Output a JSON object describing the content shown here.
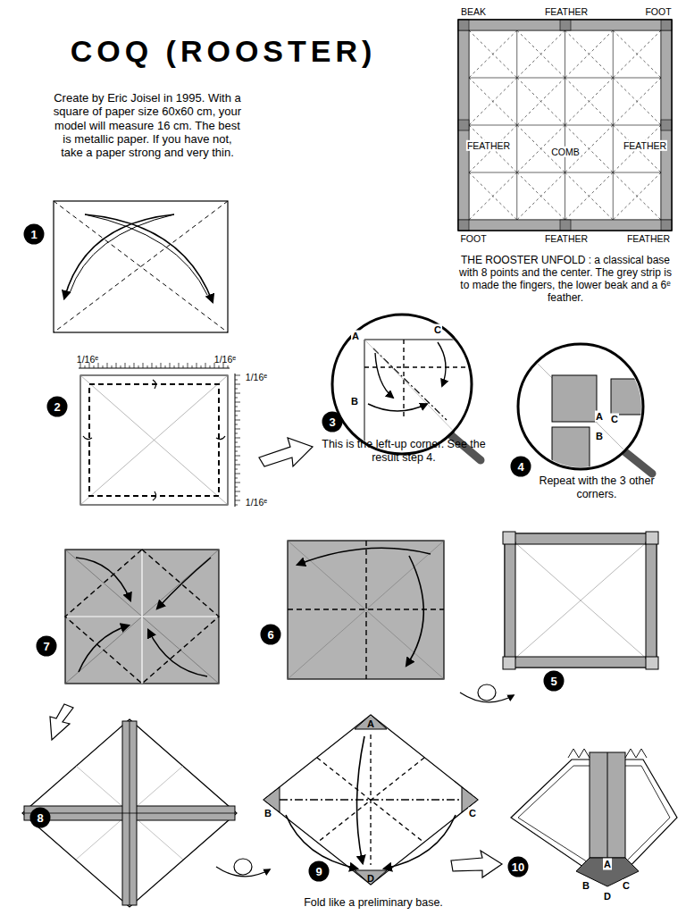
{
  "diagram": {
    "title": "COQ (ROOSTER)",
    "nodes": [
      {
        "text": [
          "1"
        ]
      },
      {
        "text": [
          "2"
        ]
      },
      {
        "text": [
          "3"
        ]
      },
      {
        "text": [
          "4"
        ]
      },
      {
        "text": [
          "5"
        ]
      },
      {
        "text": [
          "6"
        ]
      },
      {
        "text": [
          "7"
        ]
      },
      {
        "text": [
          "8"
        ]
      },
      {
        "text": [
          "9"
        ]
      },
      {
        "text": [
          "10"
        ]
      }
    ],
    "labels": [
      "Create by Eric Joisel in 1995. With a square of paper size 60x60 cm, your model will measure 16 cm. The best is metallic paper. If you have not, take a paper strong and very thin.",
      "BEAK",
      "FEATHER",
      "FOOT",
      "FEATHER",
      "COMB",
      "FEATHER",
      "FOOT",
      "FEATHER",
      "FEATHER",
      "THE ROOSTER UNFOLD : a classical base with 8 points and the center. The grey strip is to made the fingers, the lower beak and a 6ᵉ feather.",
      "1/16ᵉ",
      "1/16ᵉ",
      "1/16ᵉ",
      "1/16ᵉ",
      "A",
      "C",
      "B",
      "This is the left-up corner. See the result step 4.",
      "A",
      "C",
      "B",
      "Repeat with the 3 other corners.",
      "A",
      "B",
      "C",
      "D",
      "Fold like a preliminary base.",
      "A",
      "B",
      "D",
      "C"
    ]
  }
}
